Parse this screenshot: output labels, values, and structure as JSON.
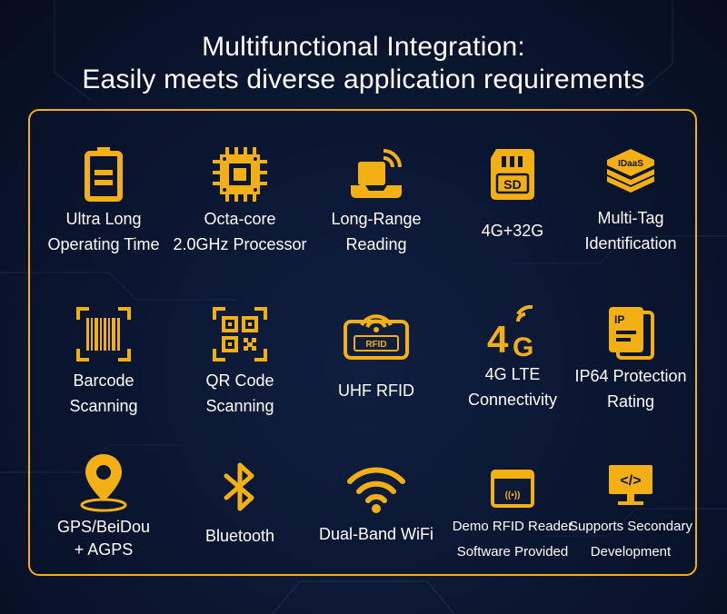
{
  "title": {
    "line1": "Multifunctional Integration:",
    "line2": "Easily meets diverse application requirements"
  },
  "colors": {
    "accent": "#f2b015",
    "background": "#0b1630",
    "text": "#ffffff"
  },
  "features": [
    {
      "icon": "battery-icon",
      "lines": [
        "Ultra Long",
        "Operating Time"
      ]
    },
    {
      "icon": "processor-chip-icon",
      "lines": [
        "Octa-core",
        "2.0GHz Processor"
      ]
    },
    {
      "icon": "long-range-reader-icon",
      "lines": [
        "Long-Range",
        "Reading"
      ]
    },
    {
      "icon": "sd-card-icon",
      "lines": [
        "4G+32G"
      ],
      "icon_text": "SD"
    },
    {
      "icon": "stacked-layers-icon",
      "lines": [
        "Multi-Tag",
        "Identification"
      ],
      "icon_text": "IDaaS"
    },
    {
      "icon": "barcode-icon",
      "lines": [
        "Barcode",
        "Scanning"
      ]
    },
    {
      "icon": "qr-code-icon",
      "lines": [
        "QR Code",
        "Scanning"
      ]
    },
    {
      "icon": "rfid-reader-icon",
      "lines": [
        "UHF RFID"
      ],
      "icon_text": "RFID"
    },
    {
      "icon": "4g-signal-icon",
      "lines": [
        "4G LTE",
        "Connectivity"
      ],
      "icon_text_a": "4",
      "icon_text_b": "G"
    },
    {
      "icon": "ip-document-icon",
      "lines": [
        "IP64 Protection",
        "Rating"
      ],
      "icon_text": "IP"
    },
    {
      "icon": "location-pin-icon",
      "lines": [
        "GPS/BeiDou",
        "+ AGPS"
      ]
    },
    {
      "icon": "bluetooth-icon",
      "lines": [
        "Bluetooth"
      ]
    },
    {
      "icon": "wifi-icon",
      "lines": [
        "Dual-Band WiFi"
      ]
    },
    {
      "icon": "demo-software-window-icon",
      "lines": [
        "Demo RFID Reader",
        "Software Provided"
      ],
      "icon_text": "((•))"
    },
    {
      "icon": "code-monitor-icon",
      "lines": [
        "Supports Secondary",
        "Development"
      ],
      "icon_text": "</>"
    }
  ]
}
